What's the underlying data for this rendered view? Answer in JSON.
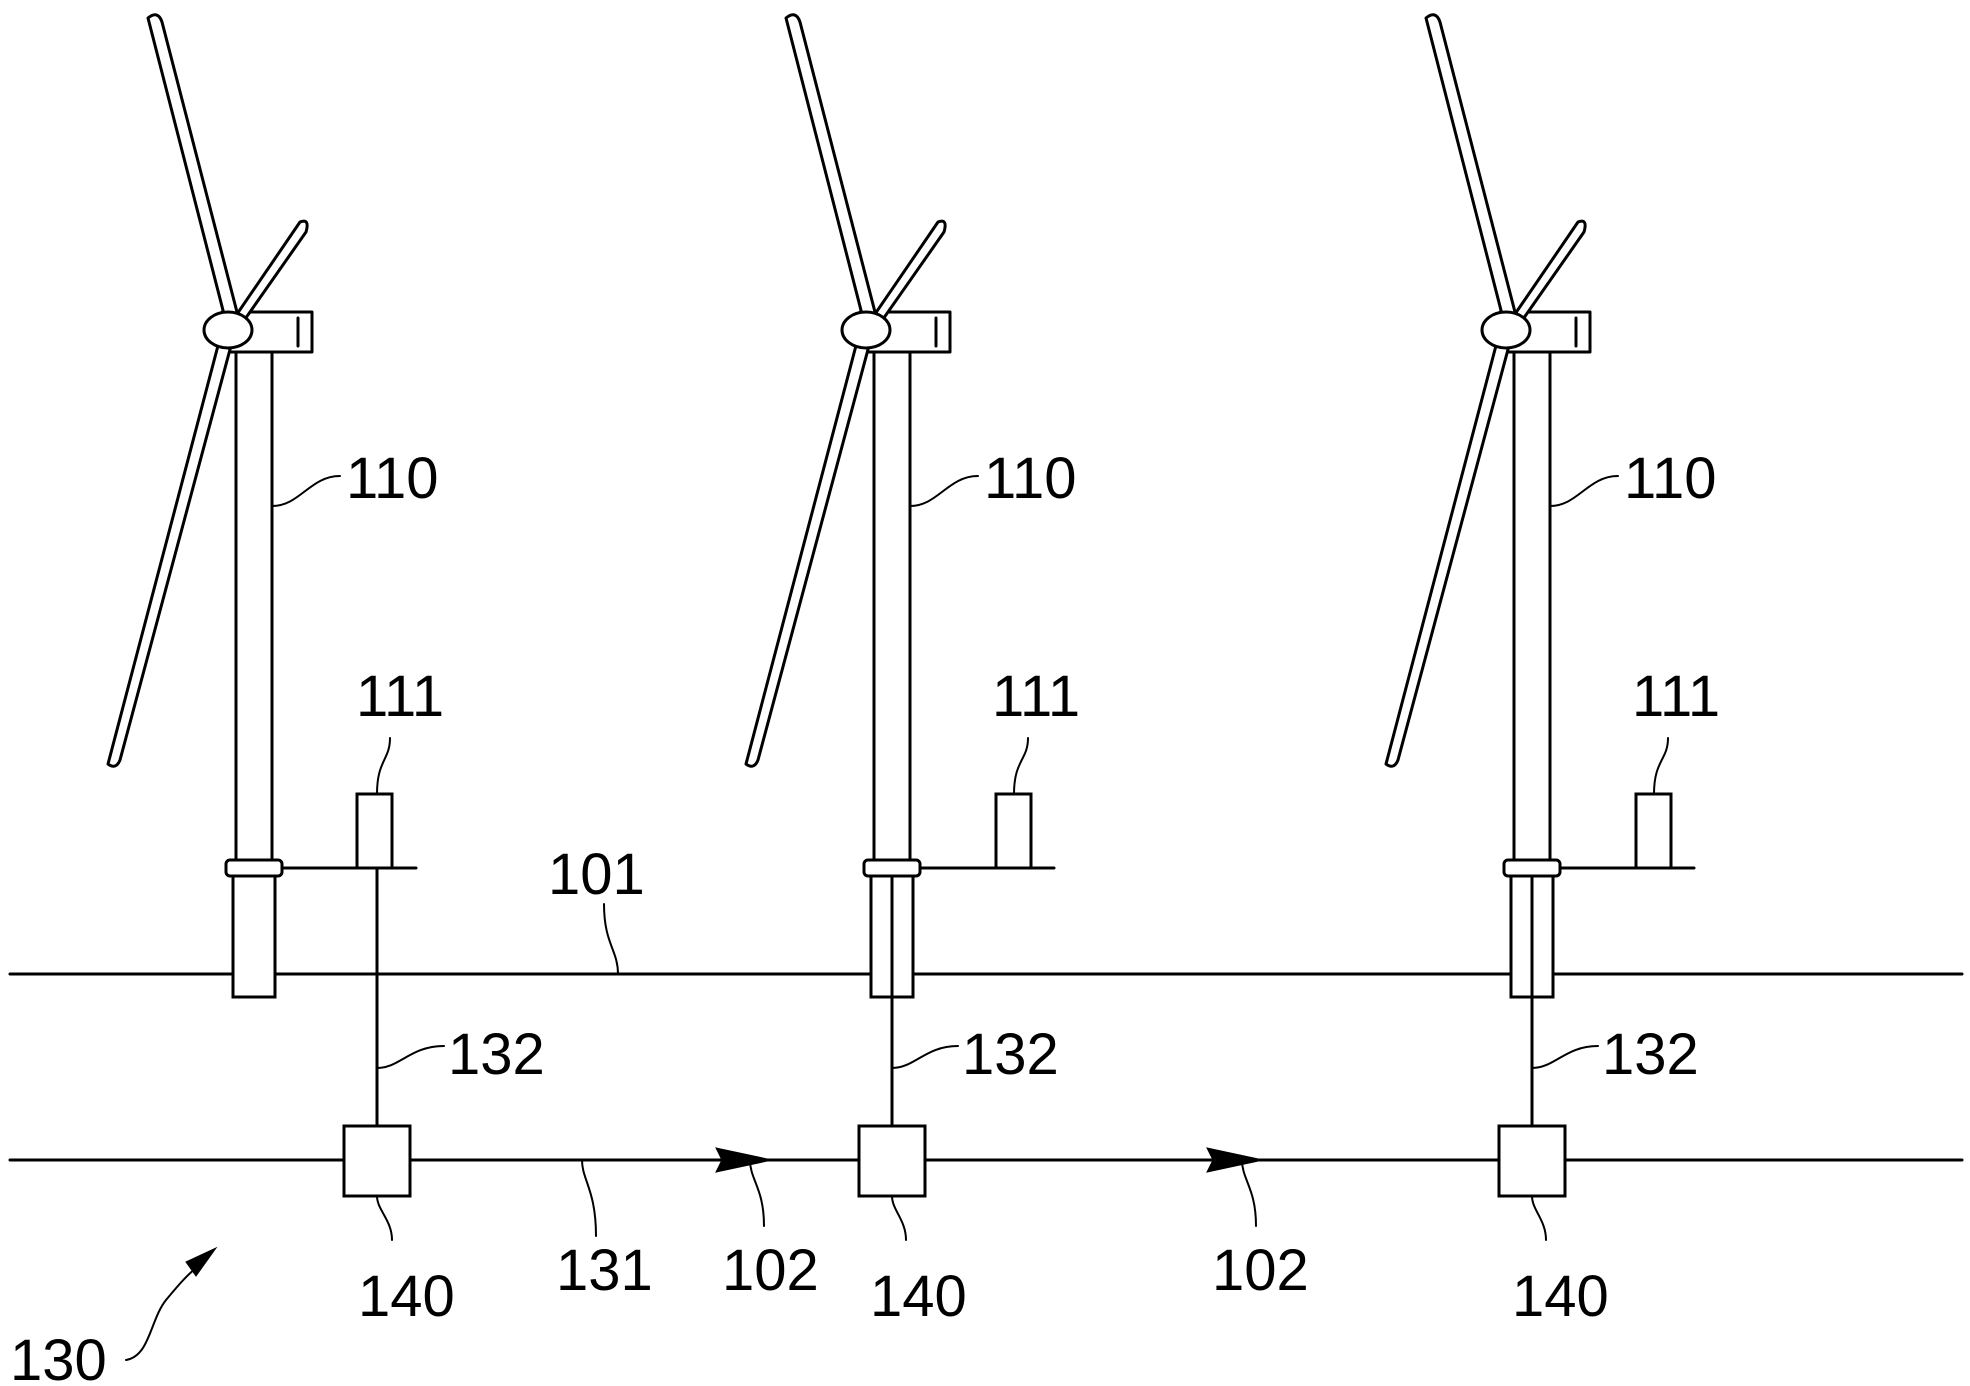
{
  "labels": {
    "turbine": "110",
    "device": "111",
    "sea_surface": "101",
    "feeder_cable": "132",
    "main_cable": "131",
    "flow_direction": "102",
    "connector": "140",
    "network": "130"
  },
  "colors": {
    "line": "#000000",
    "background": "#ffffff"
  }
}
